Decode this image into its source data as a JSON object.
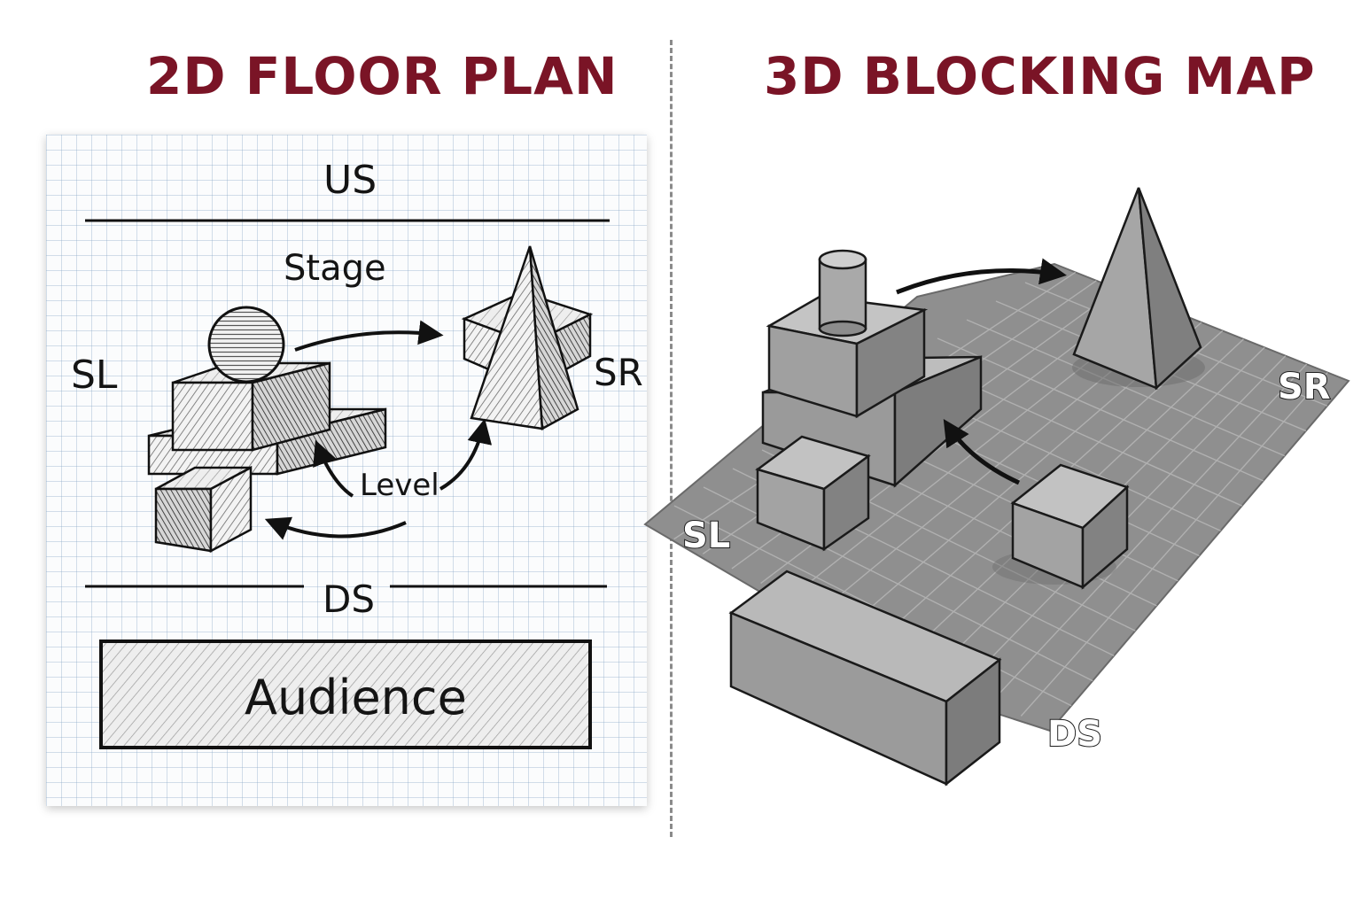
{
  "left_panel": {
    "title": "2D FLOOR PLAN",
    "labels": {
      "upstage": "US",
      "stage": "Stage",
      "stage_left": "SL",
      "stage_right": "SR",
      "level": "Level",
      "downstage": "DS",
      "audience": "Audience"
    }
  },
  "right_panel": {
    "title": "3D BLOCKING MAP",
    "labels": {
      "stage_right": "SR",
      "stage_left": "SL",
      "downstage": "DS"
    }
  },
  "colors": {
    "title": "#7a1426",
    "ink": "#141414",
    "grid": "#8caac8",
    "floor_3d": "#8f8f8f",
    "block_3d": "#a8a8a8"
  }
}
